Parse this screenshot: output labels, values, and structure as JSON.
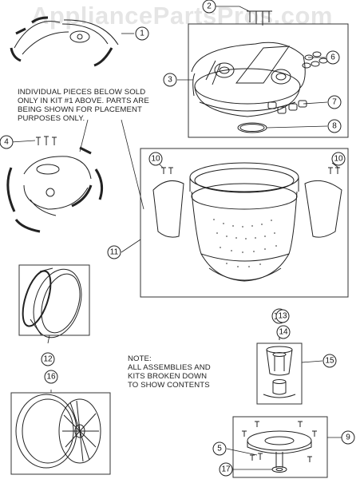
{
  "watermark": "AppliancePartsPros.com",
  "kit_note": {
    "lines": [
      "INDIVIDUAL PIECES BELOW SOLD",
      "ONLY IN KIT #1 ABOVE.  PARTS ARE",
      "BEING SHOWN FOR PLACEMENT",
      "PURPOSES ONLY."
    ]
  },
  "assembly_note": {
    "lines": [
      "NOTE:",
      "ALL ASSEMBLIES AND",
      "KITS BROKEN DOWN",
      "TO SHOW CONTENTS"
    ]
  },
  "callouts": {
    "c1": "1",
    "c2": "2",
    "c3": "3",
    "c4": "4",
    "c5": "5",
    "c6": "6",
    "c7": "7",
    "c8": "8",
    "c9": "9",
    "c10a": "10",
    "c10b": "10",
    "c11": "11",
    "c12": "12",
    "c13": "13",
    "c14": "14",
    "c15": "15",
    "c16": "16",
    "c17": "17"
  },
  "colors": {
    "line": "#222222",
    "fill": "#ffffff"
  }
}
